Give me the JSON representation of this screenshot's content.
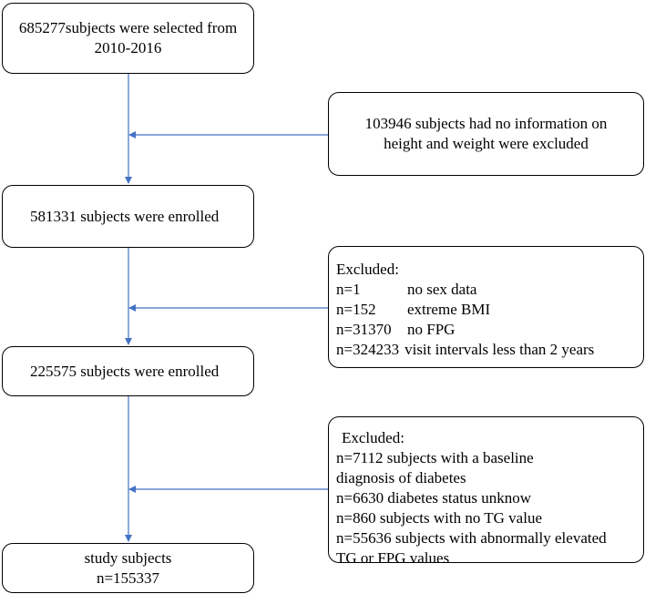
{
  "boxes": {
    "selected": {
      "line1": "685277subjects were selected from",
      "line2": "2010-2016"
    },
    "excluded_height_weight": {
      "line1": "103946 subjects had no information on",
      "line2": "height and weight were excluded"
    },
    "enrolled1": {
      "text": "581331 subjects were enrolled"
    },
    "excluded2": {
      "title": "Excluded:",
      "rows": [
        {
          "count": "n=1",
          "reason": "no sex data"
        },
        {
          "count": "n=152",
          "reason": "extreme BMI"
        },
        {
          "count": "n=31370",
          "reason": "no FPG"
        },
        {
          "count": "n=324233",
          "reason": "visit intervals less than 2 years"
        }
      ]
    },
    "enrolled2": {
      "text": "225575 subjects were enrolled"
    },
    "excluded3": {
      "title": "Excluded:",
      "lines": [
        "n=7112 subjects with a baseline",
        "diagnosis of diabetes",
        "n=6630 diabetes status unknow",
        "n=860 subjects with no TG value",
        "n=55636 subjects with abnormally elevated",
        "TG or FPG values"
      ]
    },
    "final": {
      "line1": "study subjects",
      "line2": "n=155337"
    }
  },
  "colors": {
    "arrow": "#4472c4",
    "border": "#000000"
  }
}
